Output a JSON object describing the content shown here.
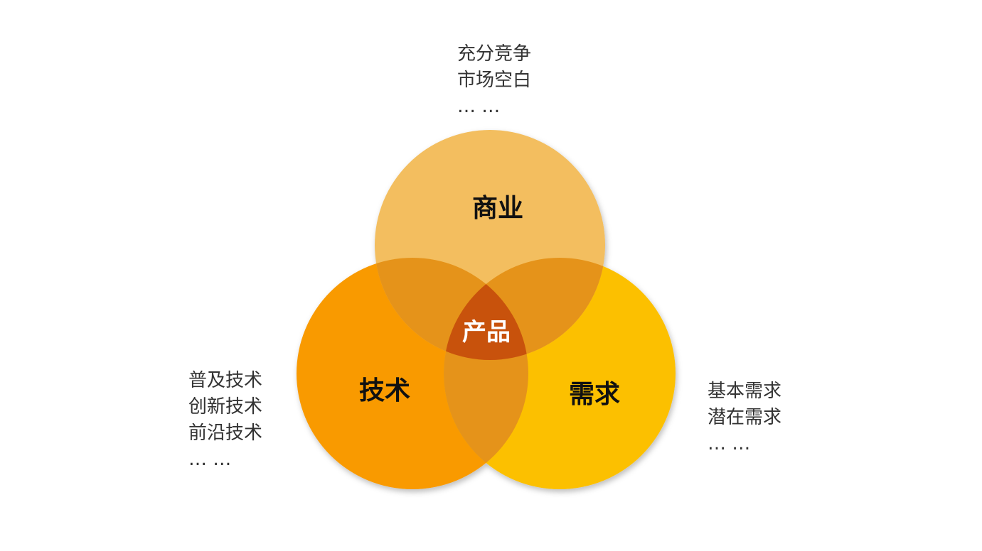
{
  "title": "产品三要素",
  "circles": {
    "business": {
      "label": "商业",
      "color": "#F3BE5E"
    },
    "tech": {
      "label": "技术",
      "color": "#F99A05"
    },
    "demand": {
      "label": "需求",
      "color": "#FCC000"
    },
    "overlap_color": "#E5931A",
    "center": {
      "label": "产品",
      "color": "#C8520C"
    }
  },
  "lists": {
    "business": [
      "充分竞争",
      "市场空白",
      "… …"
    ],
    "tech": [
      "普及技术",
      "创新技术",
      "前沿技术",
      "… …"
    ],
    "demand": [
      "基本需求",
      "潜在需求",
      "… …"
    ]
  }
}
